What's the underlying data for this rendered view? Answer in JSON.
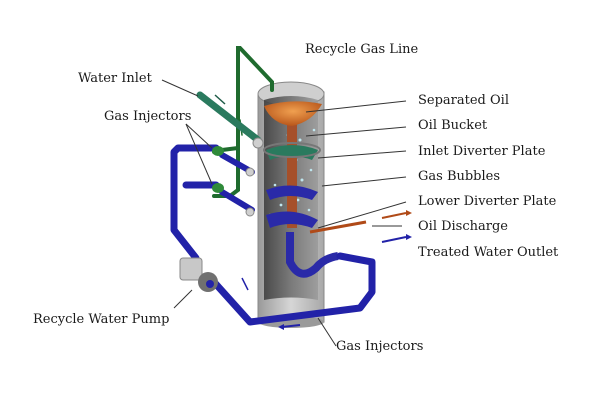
{
  "title": "Induced Gas Flotation Separator",
  "labels": {
    "recycle_gas_line": "Recycle Gas Line",
    "water_inlet": "Water Inlet",
    "gas_injectors_top": "Gas Injectors",
    "separated_oil": "Separated Oil",
    "oil_bucket": "Oil Bucket",
    "inlet_diverter_plate": "Inlet Diverter Plate",
    "gas_bubbles": "Gas Bubbles",
    "lower_diverter_plate": "Lower Diverter Plate",
    "oil_discharge": "Oil Discharge",
    "treated_water_outlet": "Treated Water Outlet",
    "recycle_water_pump": "Recycle Water Pump",
    "gas_injectors_bottom": "Gas Injectors"
  },
  "colors": {
    "gas_line": "#1f6b2e",
    "water_pipe": "#2222a8",
    "oil": "#c8621a",
    "vessel": "#bdbdbd",
    "inlet_plate": "#2a7a5e",
    "leader": "#333333"
  }
}
